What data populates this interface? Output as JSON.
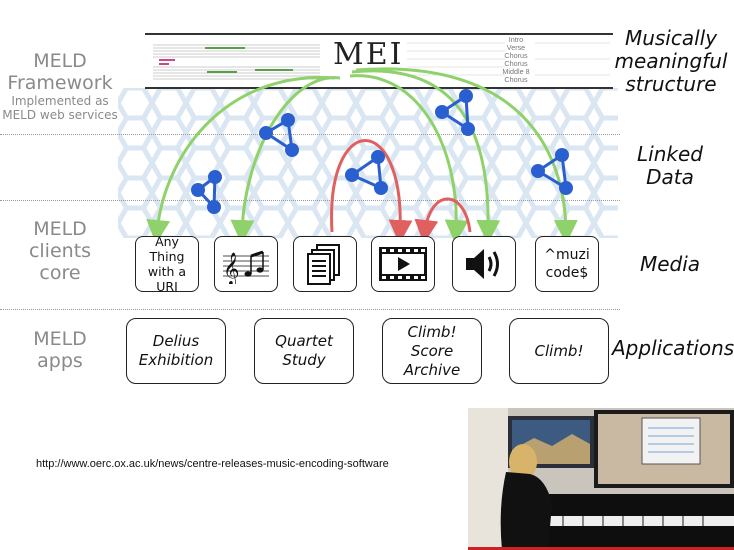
{
  "left_labels": {
    "framework_title": "MELD",
    "framework_title2": "Framework",
    "framework_sub1": "Implemented as",
    "framework_sub2": "MELD web services",
    "clients_1": "MELD",
    "clients_2": "clients",
    "clients_3": "core",
    "apps_1": "MELD",
    "apps_2": "apps"
  },
  "right_labels": {
    "structure_1": "Musically",
    "structure_2": "meaningful",
    "structure_3": "structure",
    "linked_1": "Linked",
    "linked_2": "Data",
    "media": "Media",
    "applications": "Applications"
  },
  "score_strip": {
    "logo": "MEI",
    "sections": [
      "Intro",
      "Verse",
      "Chorus",
      "Chorus",
      "Middle 8",
      "Chorus"
    ]
  },
  "media": {
    "any_uri_1": "Any",
    "any_uri_2": "Thing",
    "any_uri_3": "with a",
    "any_uri_4": "URI",
    "muzicode_1": "^muzi",
    "muzicode_2": "code$",
    "icons": [
      "music-notes-icon",
      "document-stack-icon",
      "video-play-icon",
      "speaker-icon"
    ]
  },
  "apps": [
    {
      "line1": "Delius",
      "line2": "Exhibition",
      "line3": ""
    },
    {
      "line1": "Quartet",
      "line2": "Study",
      "line3": ""
    },
    {
      "line1": "Climb!",
      "line2": "Score",
      "line3": "Archive"
    },
    {
      "line1": "Climb!",
      "line2": "",
      "line3": ""
    }
  ],
  "url": "http://www.oerc.ox.ac.uk/news/centre-releases-music-encoding-software",
  "colors": {
    "green_arrow": "#8fd16a",
    "red_arrow": "#e06060",
    "node_blue": "#2a5fd0",
    "hex_bg": "#dbe8f3"
  }
}
